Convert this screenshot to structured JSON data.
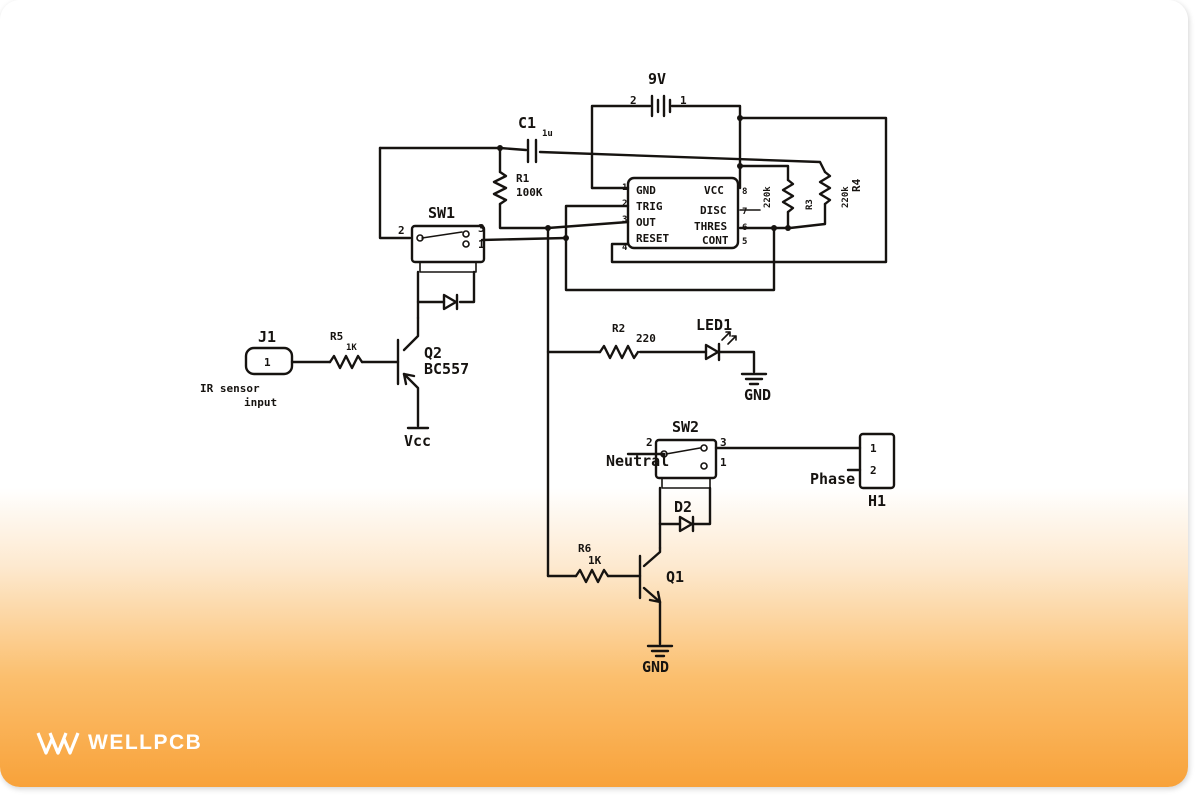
{
  "diagram": {
    "battery": {
      "label": "9V",
      "pin_a": "2",
      "pin_b": "1"
    },
    "c1": {
      "label": "C1",
      "value": "1u"
    },
    "r1": {
      "label": "R1",
      "value": "100K"
    },
    "r2": {
      "label": "R2",
      "value": "220"
    },
    "r3": {
      "label": "R3",
      "value": "220k"
    },
    "r4": {
      "label": "R4",
      "value": "220k"
    },
    "r5": {
      "label": "R5",
      "value": "1K"
    },
    "r6": {
      "label": "R6",
      "value": "1K"
    },
    "ic": {
      "pins_left": [
        "GND",
        "TRIG",
        "OUT",
        "RESET"
      ],
      "pins_left_num": [
        "1",
        "2",
        "3",
        "4"
      ],
      "pins_right": [
        "VCC",
        "DISC",
        "THRES",
        "CONT"
      ],
      "pins_right_num": [
        "8",
        "7",
        "6",
        "5"
      ]
    },
    "sw1": {
      "label": "SW1",
      "pins": [
        "2",
        "3",
        "1"
      ]
    },
    "sw2": {
      "label": "SW2",
      "pins": [
        "2",
        "3",
        "1"
      ]
    },
    "d2": {
      "label": "D2"
    },
    "led1": {
      "label": "LED1"
    },
    "q1": {
      "label": "Q1"
    },
    "q2": {
      "label": "Q2",
      "part": "BC557"
    },
    "j1": {
      "label": "J1",
      "pin": "1",
      "caption_1": "IR sensor",
      "caption_2": "input"
    },
    "h1": {
      "label": "H1",
      "pins": [
        "1",
        "2"
      ]
    },
    "net_labels": {
      "gnd_led": "GND",
      "gnd_q1": "GND",
      "vcc_q2": "Vcc",
      "neutral": "Neutral",
      "phase": "Phase"
    }
  },
  "brand": {
    "name": "WELLPCB",
    "logo_icon": "wellpcb-logo-icon"
  }
}
